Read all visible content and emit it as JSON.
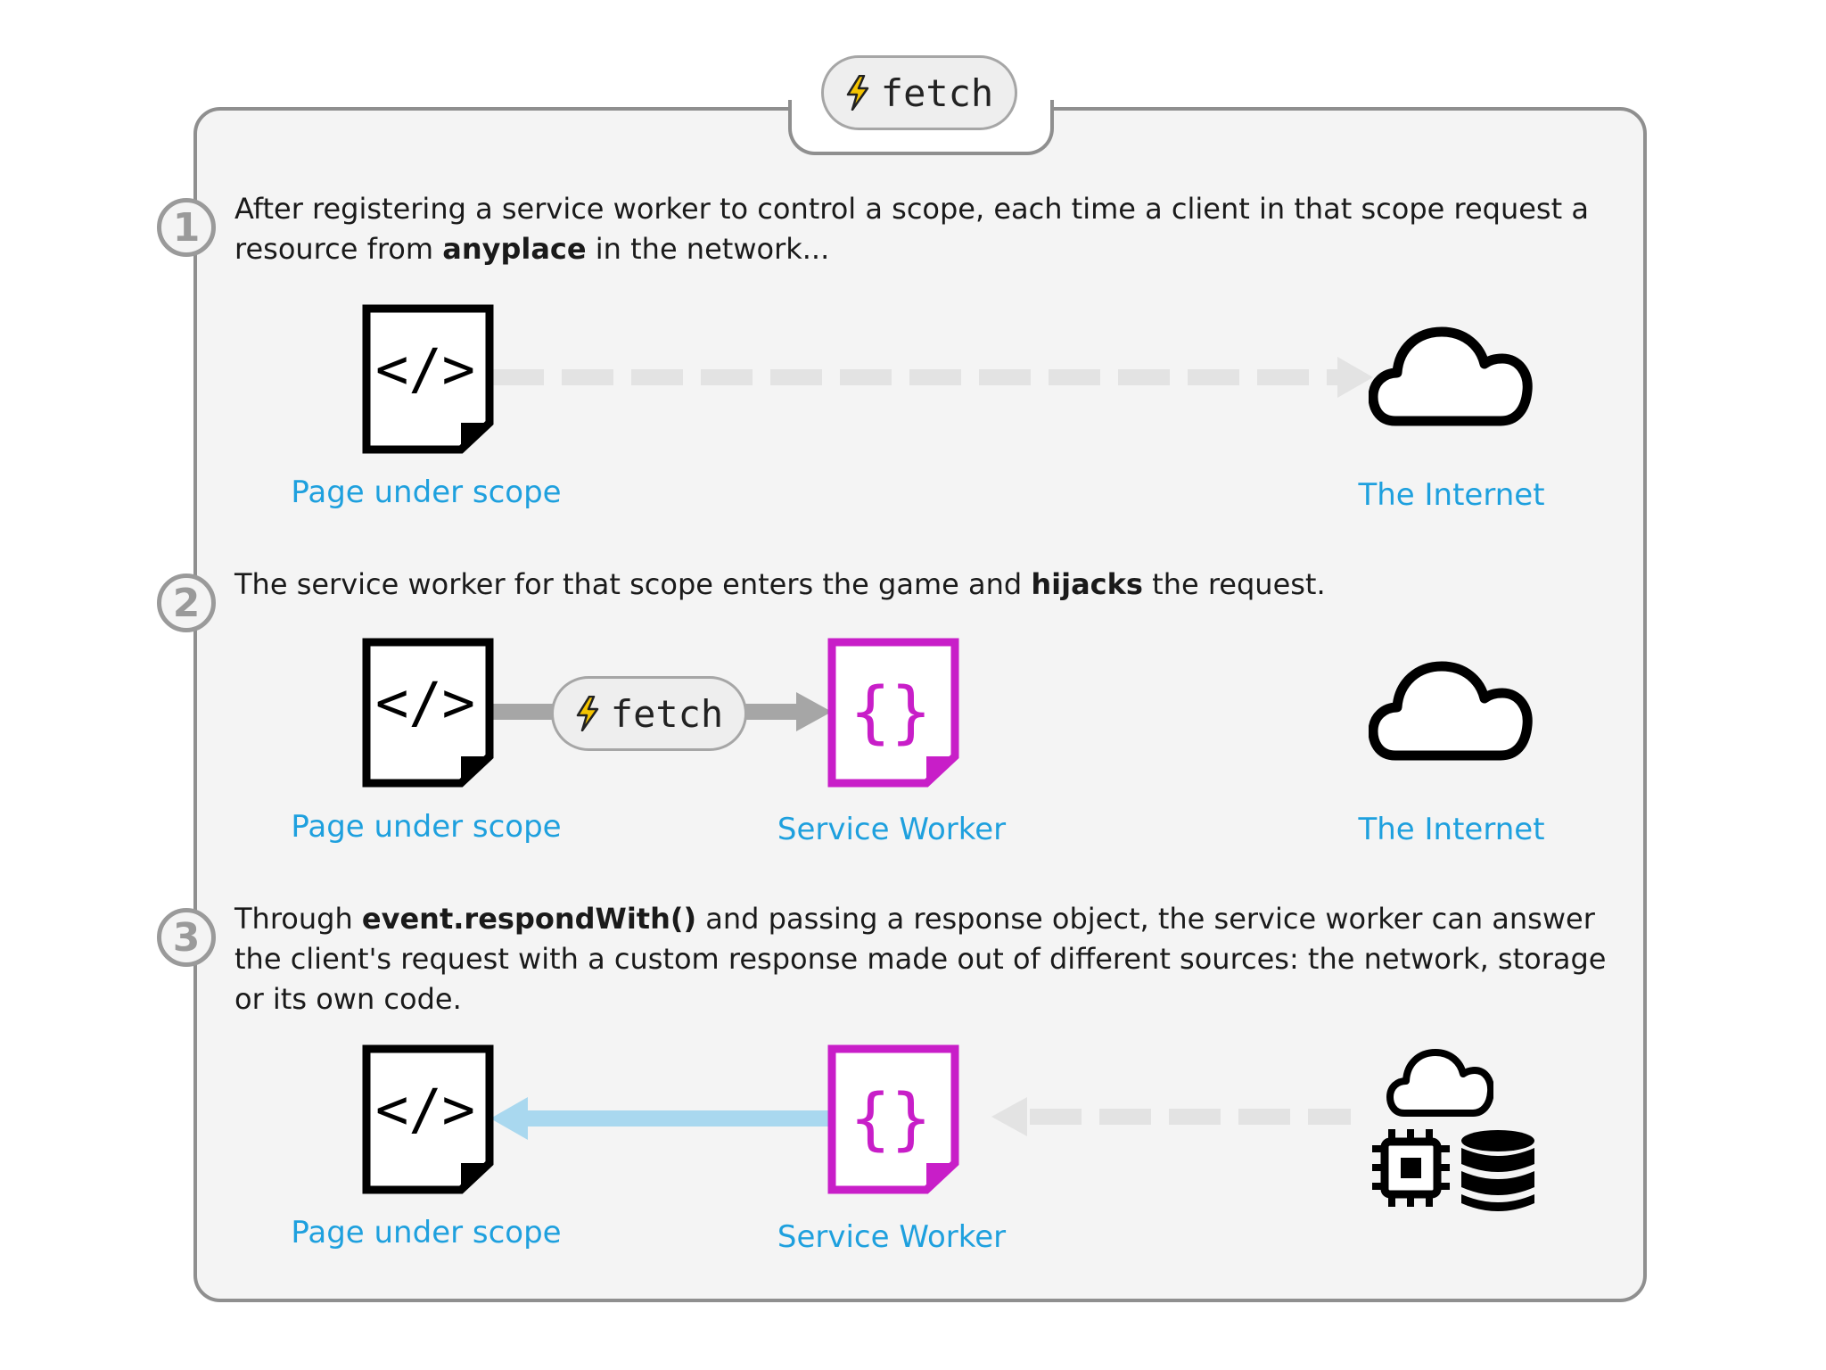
{
  "header": {
    "badge_label": "fetch"
  },
  "steps": [
    {
      "number": "1",
      "text_a": "After registering a service worker to control a scope, each time a client in that scope request a resource from ",
      "text_bold": "anyplace",
      "text_b": " in the network...",
      "labels": {
        "page": "Page under scope",
        "internet": "The Internet"
      }
    },
    {
      "number": "2",
      "text_a": "The service worker for that scope enters the game and ",
      "text_bold": "hijacks",
      "text_b": " the request.",
      "fetch_label": "fetch",
      "labels": {
        "page": "Page under scope",
        "worker": "Service Worker",
        "internet": "The Internet"
      }
    },
    {
      "number": "3",
      "text_a": "Through ",
      "text_bold": "event.respondWith()",
      "text_b": " and passing a response object, the service worker can answer the client's request with a custom response made out of different sources: the network, storage or its own code.",
      "labels": {
        "page": "Page under scope",
        "worker": "Service Worker"
      }
    }
  ],
  "icons": {
    "page": "html-document-icon",
    "worker": "service-worker-file-icon",
    "internet": "cloud-icon",
    "sources": [
      "cloud-icon",
      "cpu-chip-icon",
      "database-icon"
    ],
    "fetch": "lightning-bolt-icon"
  },
  "colors": {
    "label": "#1ea0de",
    "worker": "#c81ec8",
    "bolt": "#f5c400",
    "response_arrow": "#a9d8ef",
    "request_arrow": "#e3e3e3",
    "hijack_arrow": "#a6a6a6"
  }
}
